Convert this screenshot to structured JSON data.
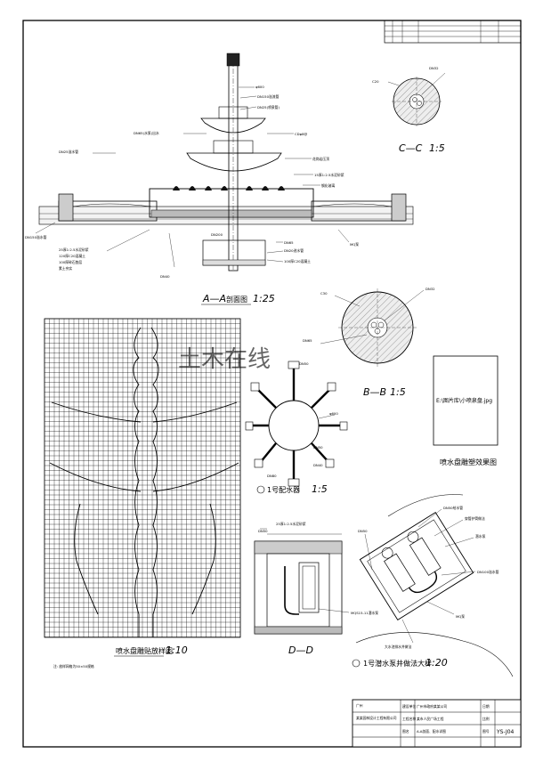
{
  "sections": {
    "aa": {
      "id": "A—A",
      "name": "剖面图",
      "scale": "1:25"
    },
    "bb": {
      "id": "B—B",
      "scale": "1:5"
    },
    "cc": {
      "id": "C—C",
      "scale": "1:5"
    },
    "dd": {
      "id": "D—D"
    },
    "grid": {
      "name": "喷水盘雕贴放样图",
      "scale": "1:10",
      "note": "注: 放样网格为50×50规格"
    },
    "nozzle": {
      "name": "1号配水器",
      "scale": "1:5"
    },
    "pump": {
      "name": "1号潜水泵井做法大样",
      "scale": "1:20"
    },
    "effect": {
      "name": "喷水盘雕塑效果图",
      "placeholder": "E:\\图片库\\小喷泉盘.jpg"
    }
  },
  "labels": {
    "dn200": "DN200",
    "dn25": "DN25溢水管",
    "dn150_top": "DN150溢流管",
    "dn40": "DN40",
    "dn50": "DN50",
    "dn65": "DN65",
    "dn80": "DN80",
    "dn32": "DN32",
    "mq": "MQ泵",
    "mqs": "MQS15-11潜水泵",
    "c20": "C20",
    "c30": "C30",
    "phi600": "φ600",
    "gravel": "100厚C20混凝土",
    "dn150_side": "DN150溢水管",
    "pipe1": "DN20进水管",
    "pipe2": "DN25(喷泉管)",
    "pipe3": "DN65(水泵)出水",
    "note1": "25厚1:2.5水泥砂浆",
    "note2": "120厚C20混凝土",
    "note3": "100厚碎石垫层",
    "note4": "素土夯实",
    "note5": "花岗岩压顶",
    "note6": "CDφ8@",
    "note7": "钢化玻璃",
    "note8": "15厚1:2.5水泥砂浆",
    "pump_note1": "DN50给水管",
    "pump_note2": "穿管护筒做法",
    "pump_note3": "潜水泵",
    "pump_note4": "DN100溢水管",
    "pump_note5": "大水池排水井做法"
  },
  "title_block": {
    "company": "广州",
    "design_unit": "某某园林设计工程有限公司",
    "project_label": "建设单位",
    "project_value": "广州市政府某某公司",
    "engineering_label": "工程名称",
    "engineering_value": "某市人民广场工程",
    "drawing_label": "图名",
    "drawing_value": "A-A剖面、配水详图",
    "drawing_no_label": "图号",
    "drawing_no": "YS-J04",
    "date_label": "日期",
    "scale_label": "比例"
  },
  "watermark": "土木在线"
}
